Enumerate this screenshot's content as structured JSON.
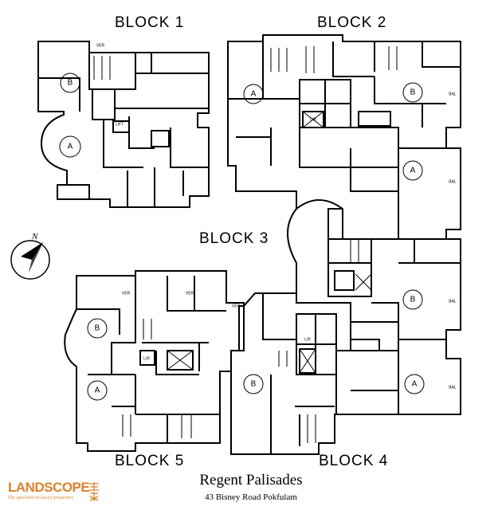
{
  "blocks": {
    "block1": "BLOCK 1",
    "block2": "BLOCK 2",
    "block3": "BLOCK 3",
    "block4": "BLOCK 4",
    "block5": "BLOCK 5"
  },
  "property": {
    "name": "Regent Palisades",
    "address": "43 Bisney Road Pokfulam"
  },
  "compass": {
    "label": "N"
  },
  "room_labels": {
    "unit_a": "A",
    "unit_b": "B",
    "lift": "LIFT",
    "lift_short": "L/R",
    "balcony": "BAL",
    "verandah": "VER"
  },
  "brand": {
    "name": "LANDSCOPE",
    "tagline": "The specialist in luxury properties"
  },
  "colors": {
    "line": "#000000",
    "brand": "#d9822b"
  }
}
